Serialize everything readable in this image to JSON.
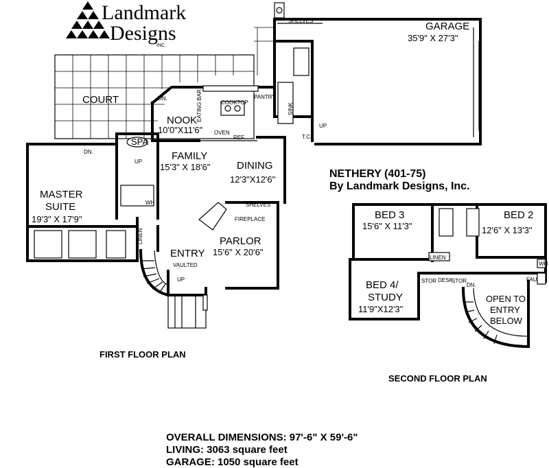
{
  "logo": {
    "line1": "Landmark",
    "line2": "Designs",
    "inc": "INC."
  },
  "first_floor": {
    "title": "FIRST FLOOR PLAN",
    "court": "COURT",
    "garage": {
      "name": "GARAGE",
      "size": "35'9\" X 27'3\""
    },
    "shelves_garage": "SHELVES",
    "nook": {
      "name": "NOOK",
      "size": "10'0\"X11'6\""
    },
    "family": {
      "name": "FAMILY",
      "size": "15'3\" X 18'6\""
    },
    "dining": {
      "name": "DINING",
      "size": "12'3\"X12'6\""
    },
    "master": {
      "name1": "MASTER",
      "name2": "SUITE",
      "size": "19'3\" X 17'9\""
    },
    "parlor": {
      "name": "PARLOR",
      "size": "15'6\" X 20'6\""
    },
    "entry": {
      "name": "ENTRY",
      "note": "VAULTED"
    },
    "cooktop": "COOKTOP",
    "pantry": "PANTRY",
    "eating_bar": "EATING BAR",
    "oven": "OVEN",
    "ref": "REF.",
    "sink": "SINK",
    "spa": "SPA",
    "fireplace": "FIREPLACE",
    "shelves_parlor": "SHELVES",
    "linen": "LINEN",
    "wh": "WH",
    "tc": "T.C.",
    "dn_nook": "DN.",
    "dn_master": "DN.",
    "up_spa": "UP",
    "up_garage": "UP",
    "up_entry": "UP"
  },
  "plan_info": {
    "name": "NETHERY (401-75)",
    "designer": "By Landmark Designs, Inc."
  },
  "second_floor": {
    "title": "SECOND FLOOR PLAN",
    "bed3": {
      "name": "BED 3",
      "size": "15'6\" X 11'3\""
    },
    "bed2": {
      "name": "BED 2",
      "size": "12'6\" X 13'3\""
    },
    "bed4": {
      "name1": "BED 4/",
      "name2": "STUDY",
      "size": "11'9\"X12'3\""
    },
    "linen": "LINEN",
    "open": {
      "line1": "OPEN TO",
      "line2": "ENTRY",
      "line3": "BELOW"
    },
    "stor1": "STOR",
    "desk": "DESK",
    "stor2": "STOR",
    "dn": "DN.",
    "wh": "WH",
    "fau": "FAU"
  },
  "dimensions": {
    "overall": "OVERALL DIMENSIONS: 97'-6\" X 59'-6\"",
    "living": "LIVING: 3063 square feet",
    "garage": "GARAGE: 1050 square feet"
  }
}
